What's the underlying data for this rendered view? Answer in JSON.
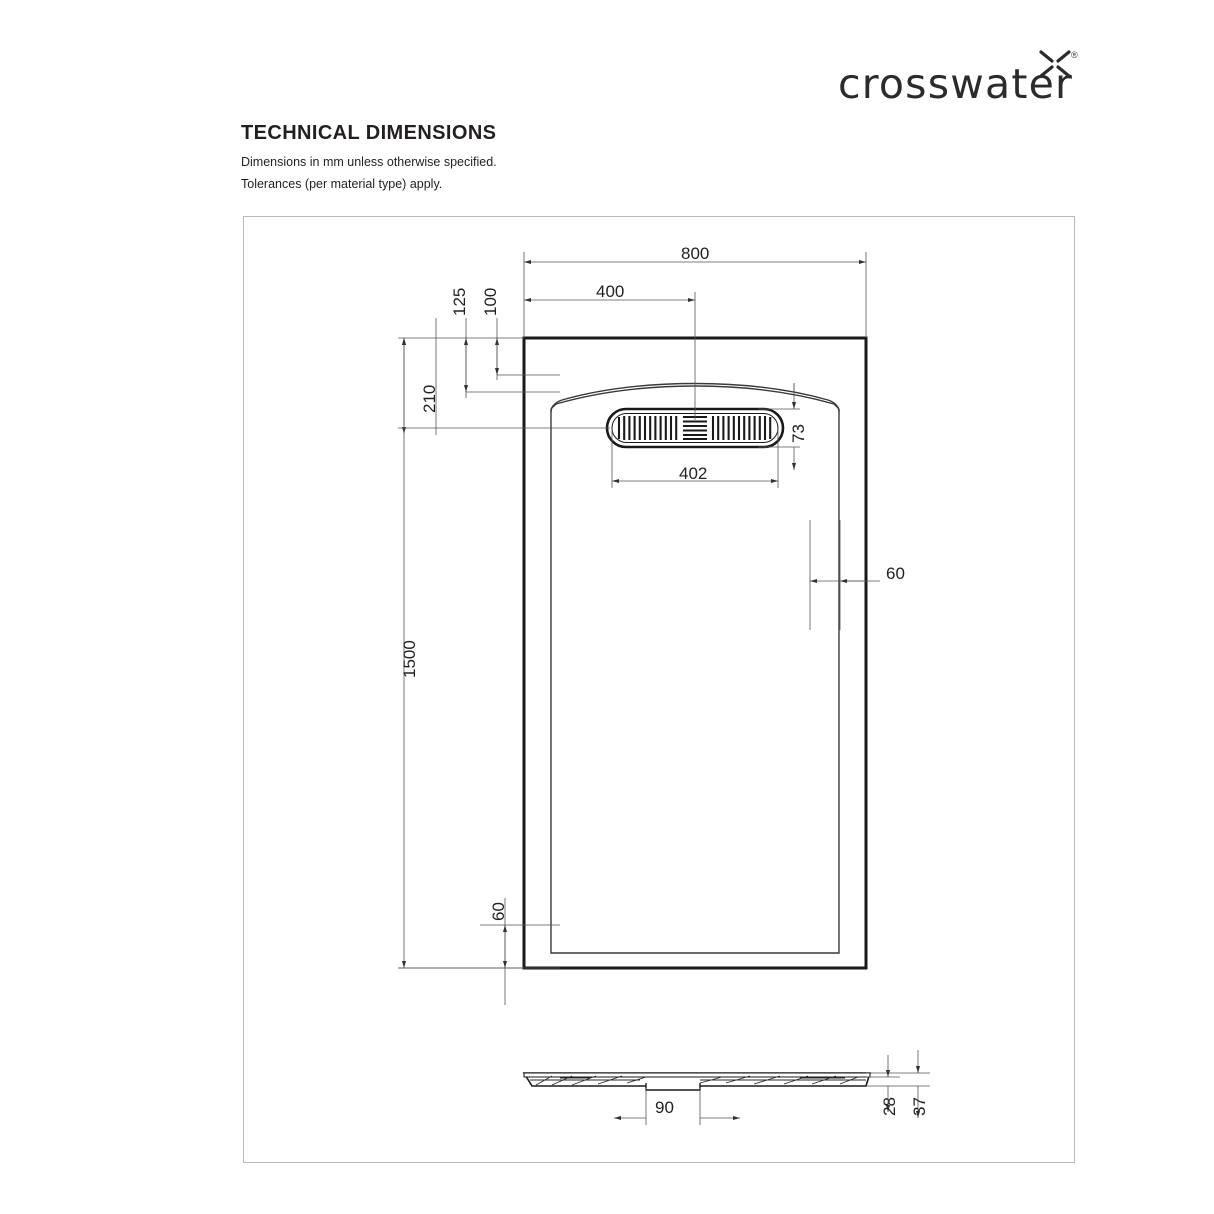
{
  "brand": {
    "logo_text": "crosswater",
    "logo_mark": "x-cross-icon",
    "registered": "®"
  },
  "header": {
    "title": "TECHNICAL DIMENSIONS",
    "note_line_1": "Dimensions in mm unless otherwise specified.",
    "note_line_2": "Tolerances (per material type) apply."
  },
  "drawing": {
    "type": "technical-dimension-drawing",
    "product": "rectangular shower tray",
    "units": "mm",
    "views": [
      {
        "name": "plan-view",
        "label": ""
      },
      {
        "name": "section-view",
        "label": ""
      }
    ],
    "dimensions": {
      "overall_width": "800",
      "overall_length": "1500",
      "centre_width": "400",
      "waste_offset_a": "125",
      "waste_offset_b": "100",
      "waste_top_offset": "210",
      "grate_width": "402",
      "grate_height": "73",
      "rim_right": "60",
      "rim_bottom": "60",
      "section_waste_width": "90",
      "section_thickness_inner": "28",
      "section_thickness_outer": "37"
    },
    "labels": [
      {
        "id": "dim-800",
        "value": "800",
        "orientation": "horizontal"
      },
      {
        "id": "dim-400",
        "value": "400",
        "orientation": "horizontal"
      },
      {
        "id": "dim-125",
        "value": "125",
        "orientation": "vertical"
      },
      {
        "id": "dim-100",
        "value": "100",
        "orientation": "vertical"
      },
      {
        "id": "dim-210",
        "value": "210",
        "orientation": "vertical"
      },
      {
        "id": "dim-73",
        "value": "73",
        "orientation": "vertical"
      },
      {
        "id": "dim-402",
        "value": "402",
        "orientation": "horizontal"
      },
      {
        "id": "dim-1500",
        "value": "1500",
        "orientation": "vertical"
      },
      {
        "id": "dim-60-right",
        "value": "60",
        "orientation": "horizontal"
      },
      {
        "id": "dim-60-bottom",
        "value": "60",
        "orientation": "vertical"
      },
      {
        "id": "dim-90",
        "value": "90",
        "orientation": "horizontal"
      },
      {
        "id": "dim-28",
        "value": "28",
        "orientation": "vertical"
      },
      {
        "id": "dim-37",
        "value": "37",
        "orientation": "vertical"
      }
    ]
  },
  "colors": {
    "ink": "#231f20",
    "frame": "#b9bcbf",
    "dimension_line": "#4d4d4d",
    "outline_heavy": "#1a1a1a"
  }
}
